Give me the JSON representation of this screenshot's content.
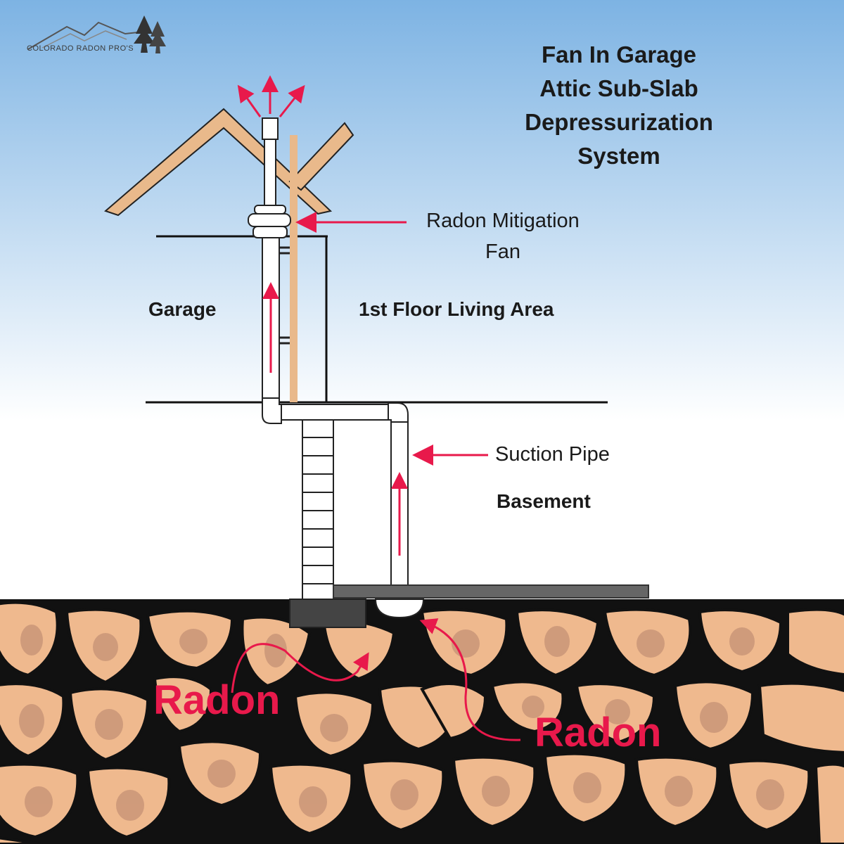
{
  "brand": {
    "name": "COLORADO RADON PRO'S",
    "logo": "mountains-and-pine-trees-logo"
  },
  "title": "Fan In Garage\nAttic Sub-Slab\nDepressurization\nSystem",
  "labels": {
    "fan": "Radon Mitigation\nFan",
    "garage": "Garage",
    "first_floor": "1st Floor Living Area",
    "suction_pipe": "Suction Pipe",
    "basement": "Basement",
    "radon_left": "Radon",
    "radon_right": "Radon"
  },
  "colors": {
    "sky_top": "#7eb4e3",
    "sky_bottom": "#ffffff",
    "roof": "#e9b98b",
    "soil_stone": "#efb98e",
    "soil_crack": "#111111",
    "arrow_red": "#e8194b",
    "slab": "#555555",
    "pipe": "#ffffff"
  }
}
